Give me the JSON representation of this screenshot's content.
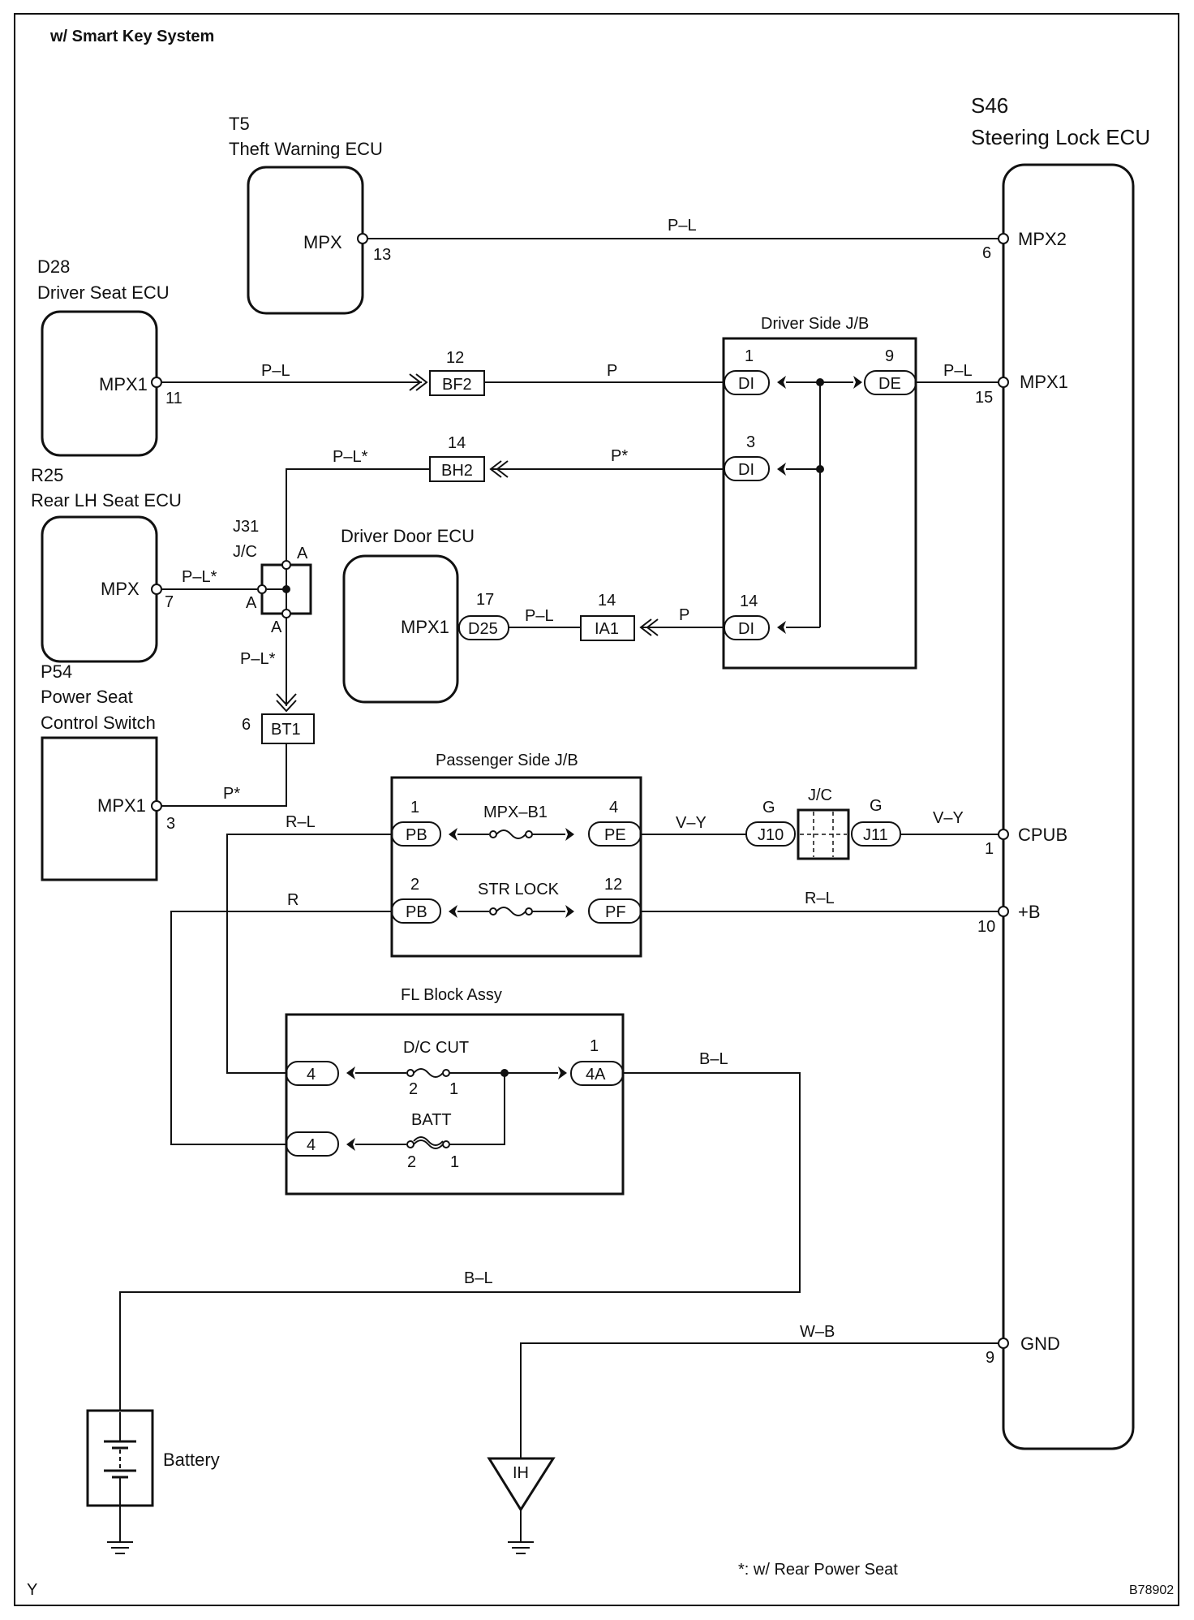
{
  "header": {
    "title": "w/ Smart Key System"
  },
  "footer": {
    "note": "*: w/ Rear Power Seat",
    "corner": "Y",
    "code": "B78902"
  },
  "components": {
    "t5": {
      "id": "T5",
      "name": "Theft Warning ECU",
      "pin_label": "MPX",
      "pin": "13"
    },
    "d28": {
      "id": "D28",
      "name": "Driver Seat ECU",
      "pin_label": "MPX1",
      "pin": "11"
    },
    "r25": {
      "id": "R25",
      "name": "Rear LH Seat ECU",
      "pin_label": "MPX",
      "pin": "7"
    },
    "p54": {
      "id": "P54",
      "name1": "Power Seat",
      "name2": "Control Switch",
      "pin_label": "MPX1",
      "pin": "3"
    },
    "s46": {
      "id": "S46",
      "name": "Steering Lock ECU",
      "pins": [
        {
          "label": "MPX2",
          "num": "6"
        },
        {
          "label": "MPX1",
          "num": "15"
        },
        {
          "label": "CPUB",
          "num": "1"
        },
        {
          "label": "+B",
          "num": "10"
        },
        {
          "label": "GND",
          "num": "9"
        }
      ]
    },
    "door": {
      "name": "Driver Door ECU",
      "pin_label": "MPX1",
      "conn": "D25",
      "pin": "17"
    },
    "j31": {
      "id": "J31",
      "name": "J/C",
      "pins": [
        "A",
        "A",
        "A"
      ]
    },
    "dsjb": {
      "name": "Driver Side J/B",
      "conns": [
        {
          "label": "DI",
          "num": "1"
        },
        {
          "label": "DE",
          "num": "9"
        },
        {
          "label": "DI",
          "num": "3"
        },
        {
          "label": "DI",
          "num": "14"
        }
      ]
    },
    "psjb": {
      "name": "Passenger Side J/B",
      "conns": [
        {
          "label": "PB",
          "num": "1"
        },
        {
          "label": "PE",
          "num": "4"
        },
        {
          "label": "PB",
          "num": "2"
        },
        {
          "label": "PF",
          "num": "12"
        }
      ],
      "fuses": [
        "MPX–B1",
        "STR LOCK"
      ]
    },
    "jc2": {
      "name": "J/C",
      "conns": [
        {
          "label": "J10",
          "pin": "G"
        },
        {
          "label": "J11",
          "pin": "G"
        }
      ]
    },
    "fl": {
      "name": "FL Block Assy",
      "conns": [
        {
          "label": "4"
        },
        {
          "label": "4A",
          "num": "1"
        },
        {
          "label": "4"
        }
      ],
      "fuses": [
        {
          "name": "D/C CUT",
          "p1": "2",
          "p2": "1"
        },
        {
          "name": "BATT",
          "p1": "2",
          "p2": "1"
        }
      ]
    },
    "battery": {
      "name": "Battery"
    },
    "ground": {
      "label": "IH"
    }
  },
  "connectors": {
    "bf2": {
      "label": "BF2",
      "num": "12"
    },
    "bh2": {
      "label": "BH2",
      "num": "14"
    },
    "ia1": {
      "label": "IA1",
      "num": "14"
    },
    "bt1": {
      "label": "BT1",
      "num": "6"
    }
  },
  "wires": {
    "t5_s46": "P–L",
    "d28_bf2": "P–L",
    "bf2_dsjb": "P",
    "dsjb_s46": "P–L",
    "bh2_left": "P–L*",
    "bh2_right": "P*",
    "r25_j31": "P–L*",
    "j31_bt1": "P–L*",
    "p54_bt1": "P*",
    "d25_ia1": "P–L",
    "ia1_dsjb": "P",
    "pb1": "R–L",
    "pe_j10": "V–Y",
    "j11_cpub": "V–Y",
    "pb2": "R",
    "pf_b": "R–L",
    "fl_4a": "B–L",
    "battery": "B–L",
    "gnd": "W–B"
  }
}
